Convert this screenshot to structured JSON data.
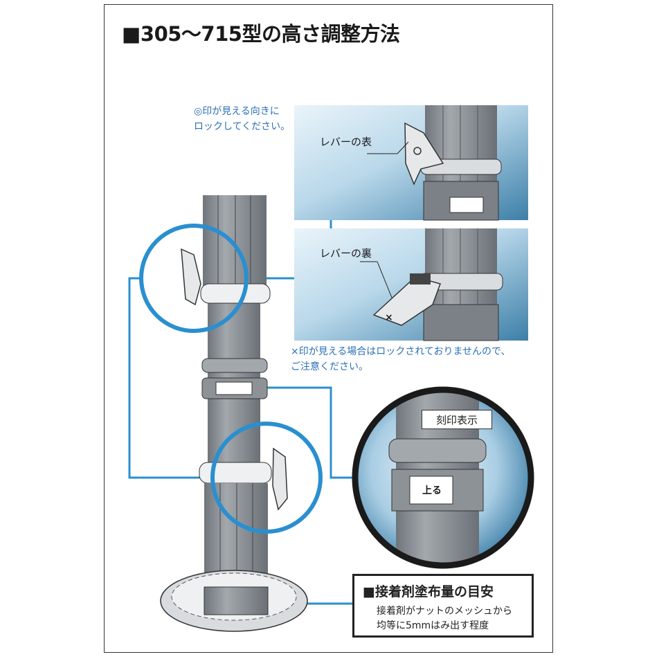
{
  "title": "■305〜715型の高さ調整方法",
  "lock_note": "◎印が見える向きに\nロックしてください。",
  "unlock_note": "×印が見える場合はロックされておりませんので、\nご注意ください。",
  "lever_front_label": "レバーの表",
  "lever_back_label": "レバーの裏",
  "engraving_label": "刻印表示",
  "arrow_text": "上る",
  "adhesive": {
    "title": "■接着剤塗布量の目安",
    "description": "接着剤がナットのメッシュから\n均等に5mmはみ出す程度"
  },
  "colors": {
    "accent_blue": "#2a8fd0",
    "note_blue": "#2a6fb5",
    "pole_gray": "#8a8f94",
    "panel_blue_dark": "#3d7fa8",
    "panel_blue_light": "#dfeef6"
  }
}
